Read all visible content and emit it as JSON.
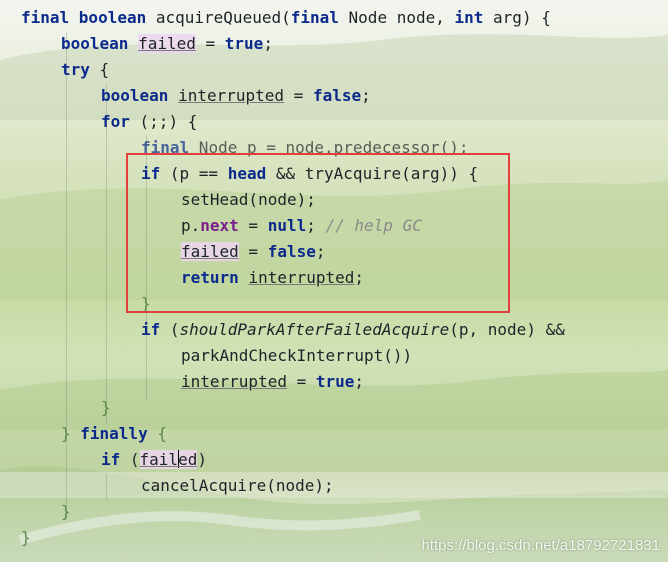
{
  "code": {
    "l1": {
      "a": "final boolean",
      "b": " acquireQueued(",
      "c": "final",
      "d": " Node node, ",
      "e": "int",
      "f": " arg) {"
    },
    "l2": {
      "a": "boolean",
      "b": " ",
      "c": "failed",
      "d": " = ",
      "e": "true",
      "f": ";"
    },
    "l3": {
      "a": "try",
      "b": " {"
    },
    "l4": {
      "a": "boolean",
      "b": " ",
      "c": "interrupted",
      "d": " = ",
      "e": "false",
      "f": ";"
    },
    "l5": {
      "a": "for",
      "b": " (;;) {"
    },
    "l6": {
      "a": "final",
      "b": " Node p = node.predecessor();"
    },
    "l7": {
      "a": "if",
      "b": " (p == ",
      "c": "head",
      "d": " && tryAcquire(arg)) {"
    },
    "l8": {
      "a": "setHead(node);"
    },
    "l9": {
      "a": "p.",
      "b": "next",
      "c": " = ",
      "d": "null",
      "e": "; ",
      "f": "// help GC"
    },
    "l10": {
      "a": "failed",
      "b": " = ",
      "c": "false",
      "d": ";"
    },
    "l11": {
      "a": "return",
      "b": " ",
      "c": "interrupted",
      "d": ";"
    },
    "l12": {
      "a": "}"
    },
    "l13": {
      "a": "if",
      "b": " (",
      "c": "shouldParkAfterFailedAcquire",
      "d": "(p, node) &&"
    },
    "l14": {
      "a": "parkAndCheckInterrupt())"
    },
    "l15": {
      "a": "interrupted",
      "b": " = ",
      "c": "true",
      "d": ";"
    },
    "l16": {
      "a": "}"
    },
    "l17": {
      "a": "} ",
      "b": "finally",
      "c": " {"
    },
    "l18": {
      "a": "if",
      "b": " (",
      "c1": "fail",
      "c2": "ed",
      "d": ")"
    },
    "l19": {
      "a": "cancelAcquire(node);"
    },
    "l20": {
      "a": "}"
    },
    "l21": {
      "a": "}"
    }
  },
  "watermark": "https://blog.csdn.net/a18792721831"
}
